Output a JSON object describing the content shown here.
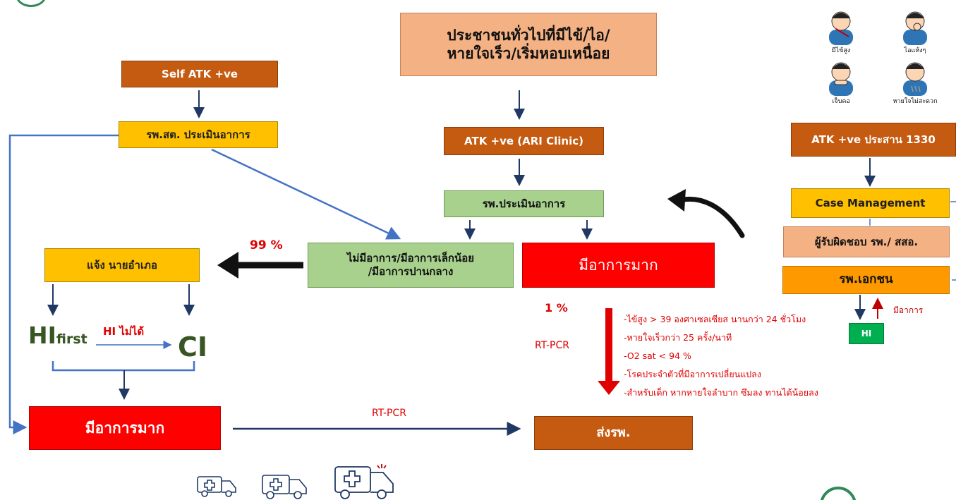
{
  "boxes": {
    "public": "ประชาชนทั่วไปที่มีไข้/ไอ/\nหายใจเร็ว/เริ่มหอบเหนื่อย",
    "self_atk": "Self ATK +ve",
    "rpsst": "รพ.สต. ประเมินอาการ",
    "atk_ari": "ATK +ve (ARI Clinic)",
    "hosp_assess": "รพ.ประเมินอาการ",
    "mild": "ไม่มีอาการ/มีอาการเล็กน้อย\n/มีอาการปานกลาง",
    "severe_center": "มีอาการมาก",
    "atk_1330": "ATK +ve ประสาน 1330",
    "case_mgmt": "Case Management",
    "responsible": "ผู้รับผิดชอบ รพ./ สสอ.",
    "private_hosp": "รพ.เอกชน",
    "hi_small": "HI",
    "notify": "แจ้ง นายอำเภอ",
    "severe_bottom": "มีอาการมาก",
    "send_hosp": "ส่งรพ."
  },
  "labels": {
    "pct_99": "99 %",
    "pct_1": "1 %",
    "rtpcr_mid": "RT-PCR",
    "rtpcr_bottom": "RT-PCR",
    "hi_main": "HI",
    "hi_sub": "first",
    "hi_fail": "HI ไม่ได้",
    "ci": "CI",
    "has_symptom": "มีอาการ"
  },
  "symptoms": [
    "-ไข้สูง > 39 องศาเซลเซียส  นานกว่า 24 ชั่วโมง",
    "-หายใจเร็วกว่า  25 ครั้ง/นาที",
    "-O2 sat < 94 %",
    "-โรคประจำตัวที่มีอาการเปลี่ยนแปลง",
    "-สำหรับเด็ก  หากหายใจลำบาก  ซึมลง  ทานได้น้อยลง"
  ],
  "people": [
    {
      "icon": "fever-person-icon",
      "label": "มีไข้สูง"
    },
    {
      "icon": "cough-person-icon",
      "label": "ไอแห้งๆ"
    },
    {
      "icon": "sore-throat-person-icon",
      "label": "เจ็บคอ"
    },
    {
      "icon": "breathless-person-icon",
      "label": "หายใจไม่สะดวก"
    }
  ],
  "colors": {
    "brown": "#c55a11",
    "yellow": "#ffc000",
    "green": "#a9d18e",
    "red": "#ff0000",
    "peach": "#f4b183",
    "orange": "#ff9900",
    "arrow_navy": "#1f3864",
    "line_blue": "#4472c4"
  }
}
